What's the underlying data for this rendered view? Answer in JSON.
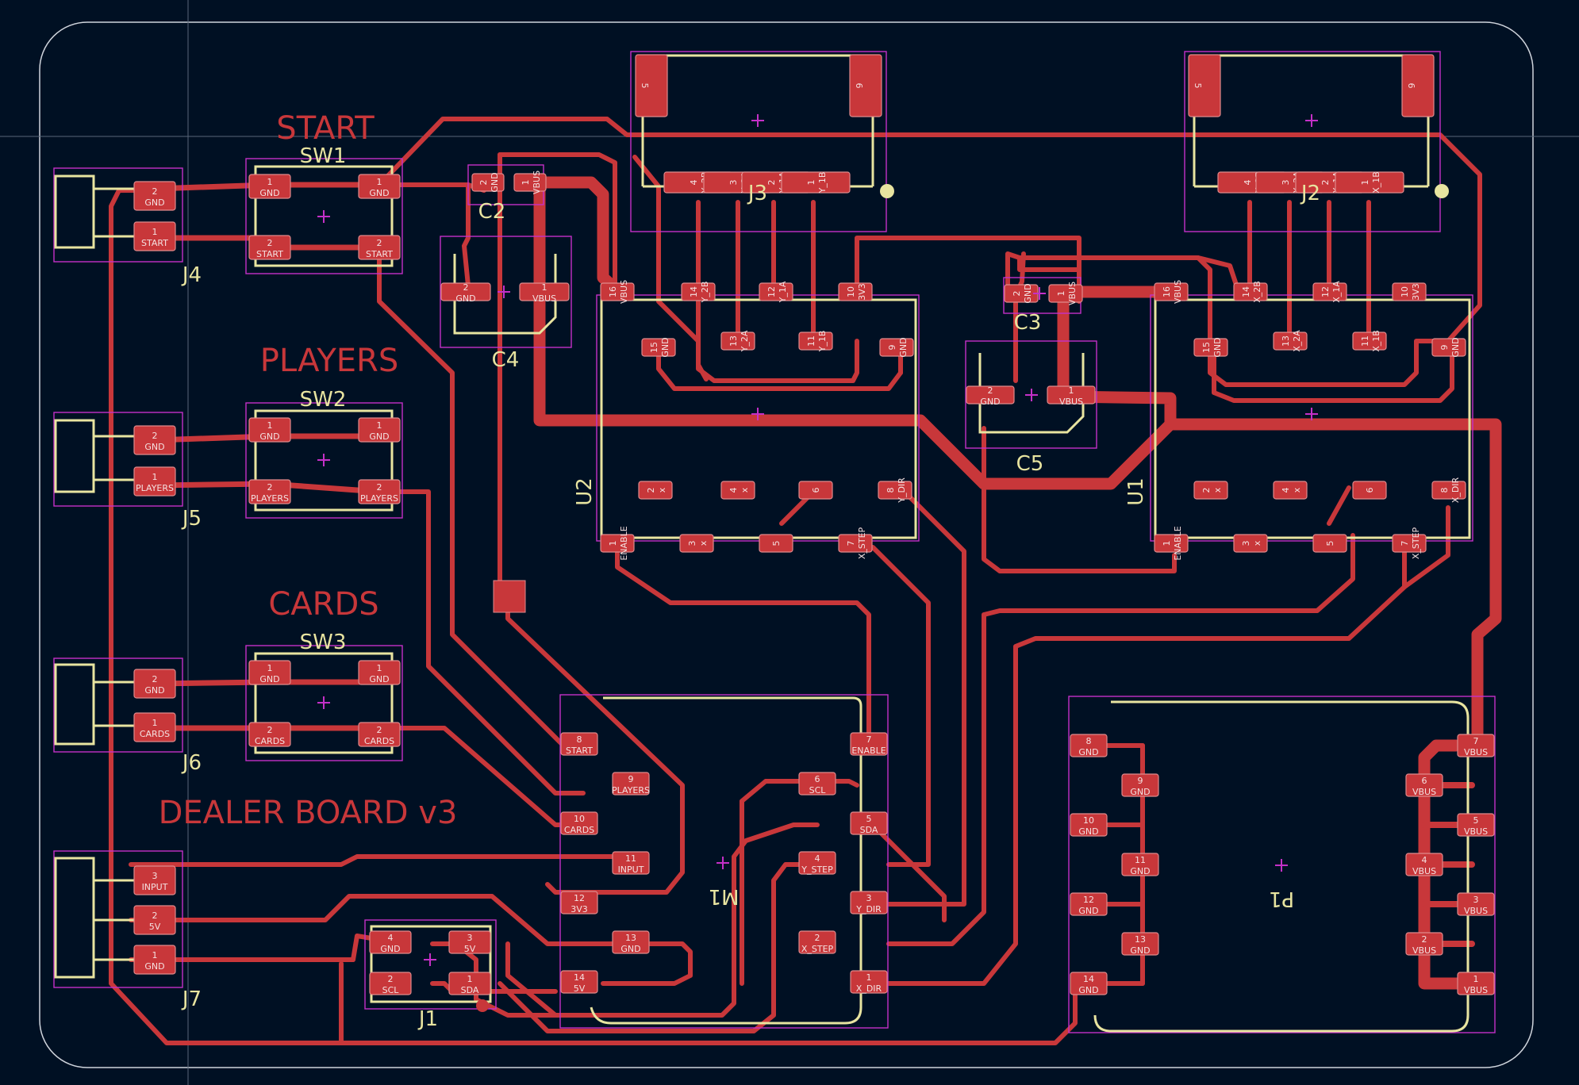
{
  "board_title": "DEALER BOARD v3",
  "labels": {
    "start": "START",
    "players": "PLAYERS",
    "cards": "CARDS"
  },
  "refs": {
    "SW1": "SW1",
    "SW2": "SW2",
    "SW3": "SW3",
    "J1": "J1",
    "J2": "J2",
    "J3": "J3",
    "J4": "J4",
    "J5": "J5",
    "J6": "J6",
    "J7": "J7",
    "C2": "C2",
    "C3": "C3",
    "C4": "C4",
    "C5": "C5",
    "U1": "U1",
    "U2": "U2",
    "M1": "M1",
    "P1": "P1"
  },
  "colors": {
    "background": "#001023",
    "copper": "#c8373a",
    "silkscreen": "#e8e4a0",
    "courtyard": "#c430c8",
    "edge": "#cfd4dc"
  },
  "pads": {
    "j4_2": [
      "2",
      "GND"
    ],
    "j4_1": [
      "1",
      "START"
    ],
    "j5_2": [
      "2",
      "GND"
    ],
    "j5_1": [
      "1",
      "PLAYERS"
    ],
    "j6_2": [
      "2",
      "GND"
    ],
    "j6_1": [
      "1",
      "CARDS"
    ],
    "j7_3": [
      "3",
      "INPUT"
    ],
    "j7_2": [
      "2",
      "5V"
    ],
    "j7_1": [
      "1",
      "GND"
    ],
    "sw_1": [
      "1",
      "GND"
    ],
    "sw1_2": [
      "2",
      "START"
    ],
    "sw2_2": [
      "2",
      "PLAYERS"
    ],
    "sw3_2": [
      "2",
      "CARDS"
    ],
    "c_gnd": [
      "2",
      "GND"
    ],
    "c_vbus": [
      "1",
      "VBUS"
    ],
    "j1_4": [
      "4",
      "GND"
    ],
    "j1_3": [
      "3",
      "5V"
    ],
    "j1_2": [
      "2",
      "SCL"
    ],
    "j1_1": [
      "1",
      "SDA"
    ],
    "m_8": [
      "8",
      "START"
    ],
    "m_9": [
      "9",
      "PLAYERS"
    ],
    "m_10": [
      "10",
      "CARDS"
    ],
    "m_11": [
      "11",
      "INPUT"
    ],
    "m_12": [
      "12",
      "3V3"
    ],
    "m_13": [
      "13",
      "GND"
    ],
    "m_14": [
      "14",
      "5V"
    ],
    "m_7": [
      "7",
      "ENABLE"
    ],
    "m_6": [
      "6",
      "SCL"
    ],
    "m_5": [
      "5",
      "SDA"
    ],
    "m_4": [
      "4",
      "Y_STEP"
    ],
    "m_3": [
      "3",
      "Y_DIR"
    ],
    "m_2": [
      "2",
      "X_STEP"
    ],
    "m_1": [
      "1",
      "X_DIR"
    ],
    "p_8": [
      "8",
      "GND"
    ],
    "p_9": [
      "9",
      "GND"
    ],
    "p_10": [
      "10",
      "GND"
    ],
    "p_11": [
      "11",
      "GND"
    ],
    "p_12": [
      "12",
      "GND"
    ],
    "p_13": [
      "13",
      "GND"
    ],
    "p_14": [
      "14",
      "GND"
    ],
    "p_7": [
      "7",
      "VBUS"
    ],
    "p_6": [
      "6",
      "VBUS"
    ],
    "p_5": [
      "5",
      "VBUS"
    ],
    "p_4": [
      "4",
      "VBUS"
    ],
    "p_3": [
      "3",
      "VBUS"
    ],
    "p_2": [
      "2",
      "VBUS"
    ],
    "p_1": [
      "1",
      "VBUS"
    ],
    "u_16": [
      "16",
      "VBUS"
    ],
    "u_15": [
      "15",
      "GND"
    ],
    "u_10": [
      "10",
      "3V3"
    ],
    "u_9": [
      "9",
      "GND"
    ],
    "u_1": [
      "1",
      "ENABLE"
    ],
    "u_2": [
      "2",
      "x"
    ],
    "u_3": [
      "3",
      "x"
    ],
    "u_4": [
      "4",
      "x"
    ],
    "u_5": [
      "5",
      ""
    ],
    "u_6": [
      "6",
      ""
    ],
    "u2_7": [
      "7",
      "X_STEP"
    ],
    "u2_8": [
      "8",
      "Y_DIR"
    ],
    "u1_7": [
      "7",
      "X_STEP"
    ],
    "u1_8": [
      "8",
      "X_DIR"
    ],
    "u2_14": [
      "14",
      "Y_2B"
    ],
    "u2_13": [
      "13",
      "Y_2A"
    ],
    "u2_12": [
      "12",
      "Y_1A"
    ],
    "u2_11": [
      "11",
      "Y_1B"
    ],
    "u1_14": [
      "14",
      "X_2B"
    ],
    "u1_13": [
      "13",
      "X_2A"
    ],
    "u1_12": [
      "12",
      "X_1A"
    ],
    "u1_11": [
      "11",
      "X_1B"
    ],
    "j3_4": [
      "4",
      "Y_2B"
    ],
    "j3_3": [
      "3",
      "Y_2A"
    ],
    "j3_2": [
      "2",
      "Y_1A"
    ],
    "j3_1": [
      "1",
      "Y_1B"
    ],
    "j2_4": [
      "4",
      "X_2B"
    ],
    "j2_3": [
      "3",
      "X_2A"
    ],
    "j2_2": [
      "2",
      "X_1A"
    ],
    "j2_1": [
      "1",
      "X_1B"
    ],
    "mount5": [
      "5",
      ""
    ],
    "mount6": [
      "6",
      ""
    ]
  }
}
